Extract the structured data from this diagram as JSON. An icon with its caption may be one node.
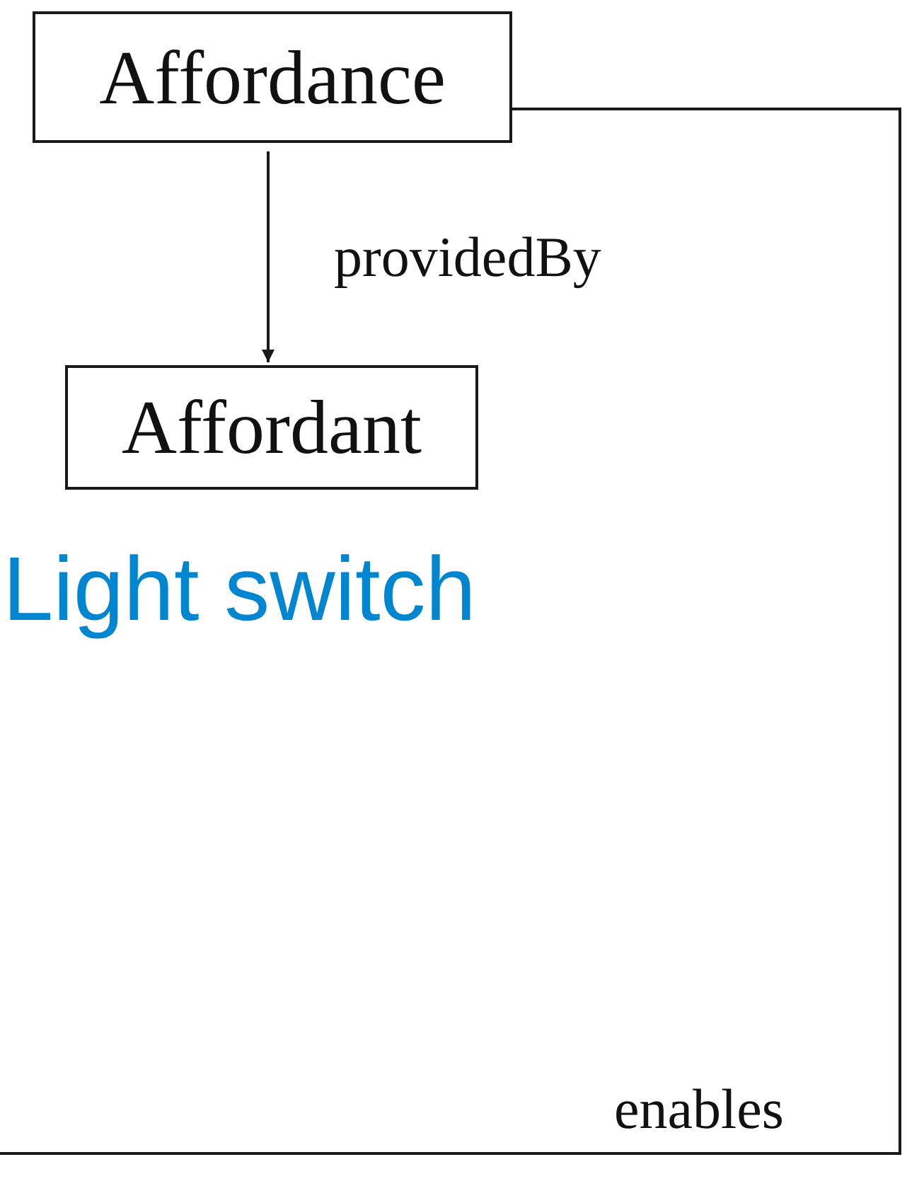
{
  "diagram": {
    "nodes": [
      {
        "text": [
          "Affordance"
        ]
      },
      {
        "text": [
          "Affordant"
        ]
      }
    ],
    "edges": [
      {
        "from": 0,
        "to": 1,
        "arrow": "to",
        "label": "providedBy"
      },
      {
        "from": 0,
        "to": null,
        "arrow": "none",
        "label": "enables"
      }
    ],
    "labels": [
      "Light switch"
    ]
  }
}
